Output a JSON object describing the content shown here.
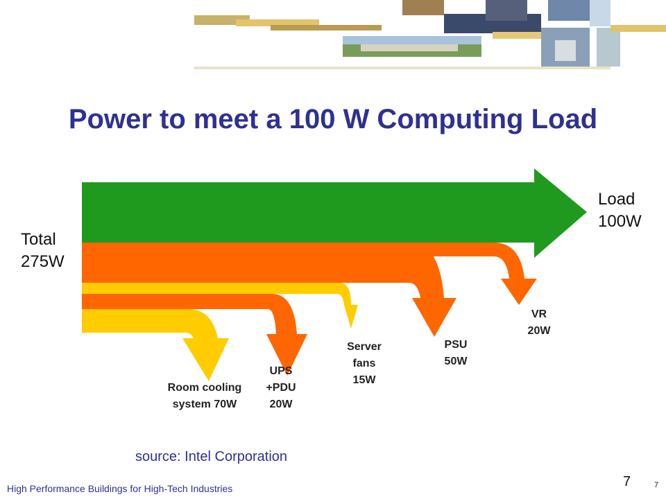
{
  "slide": {
    "title": "Power to meet a 100 W Computing Load",
    "source": "source: Intel Corporation",
    "footer": "High Performance Buildings for High-Tech Industries",
    "page_number": "7",
    "page_number_small": "7"
  },
  "diagram": {
    "total": {
      "line1": "Total",
      "line2": "275W"
    },
    "load": {
      "line1": "Load",
      "line2": "100W"
    },
    "flows": [
      {
        "id": "room-cooling",
        "lines": [
          "Room cooling",
          "system 70W"
        ],
        "watts": 70,
        "color": "#ffcc00"
      },
      {
        "id": "ups-pdu",
        "lines": [
          "UPS",
          "+PDU",
          "20W"
        ],
        "watts": 20,
        "color": "#ff6600"
      },
      {
        "id": "server-fans",
        "lines": [
          "Server",
          "fans",
          "15W"
        ],
        "watts": 15,
        "color": "#ffcc00"
      },
      {
        "id": "psu",
        "lines": [
          "PSU",
          "50W"
        ],
        "watts": 50,
        "color": "#ff6600"
      },
      {
        "id": "vr",
        "lines": [
          "VR",
          "20W"
        ],
        "watts": 20,
        "color": "#ff6600"
      }
    ],
    "load_color": "#1f9a1f"
  },
  "banner": {
    "image": "photo-collage-of-data-center-buildings"
  }
}
